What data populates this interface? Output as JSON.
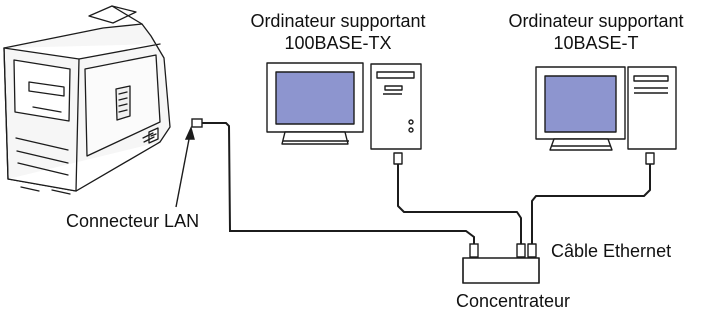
{
  "labels": {
    "computer_100": [
      "Ordinateur supportant",
      "100BASE-TX"
    ],
    "computer_10": [
      "Ordinateur supportant",
      "10BASE-T"
    ],
    "lan_connector": "Connecteur LAN",
    "ethernet_cable": "Câble Ethernet",
    "hub": "Concentrateur"
  },
  "colors": {
    "line": "#1c1c1c",
    "screen": "#8d95cf",
    "device_fill": "#ffffff",
    "device_shadow": "#e7e7e7"
  }
}
